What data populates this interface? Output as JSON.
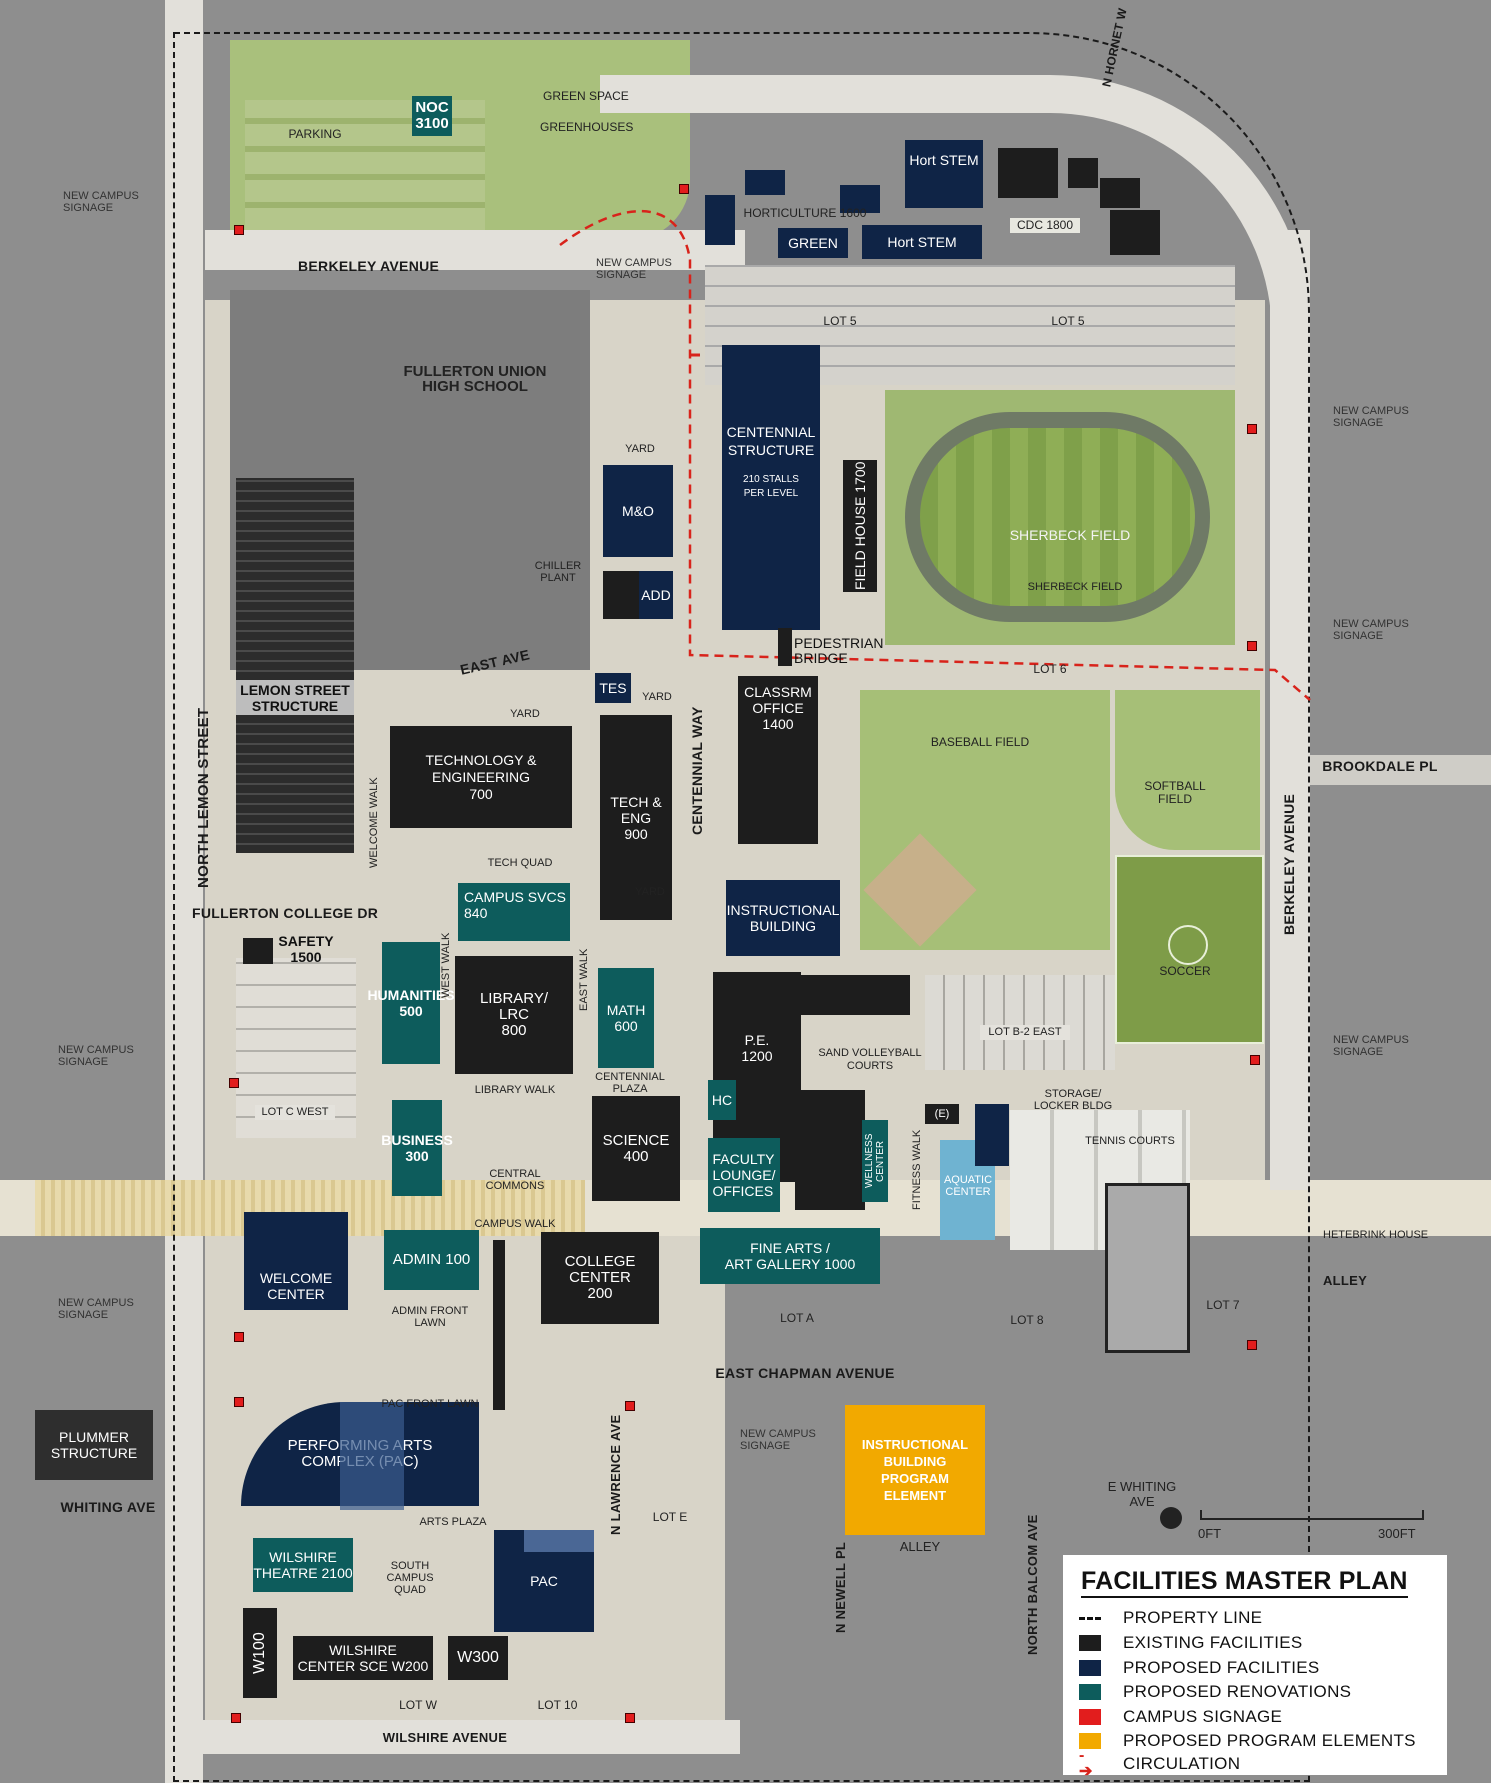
{
  "colors": {
    "existing": "#1d1d1d",
    "proposed": "#0f2446",
    "renovation": "#0d5c5c",
    "signage": "#e21d1d",
    "program": "#f2a900"
  },
  "streets": {
    "north_lemon": "NORTH LEMON STREET",
    "berkeley_top": "BERKELEY AVENUE",
    "berkeley_right": "BERKELEY AVENUE",
    "east_ave": "EAST AVE",
    "centennial_way": "CENTENNIAL WAY",
    "brookdale": "BROOKDALE PL",
    "fullerton_college_dr": "FULLERTON COLLEGE DR",
    "east_chapman": "EAST CHAPMAN AVENUE",
    "whiting": "WHITING AVE",
    "e_whiting": "E WHITING AVE",
    "n_lawrence": "N LAWRENCE AVE",
    "n_newell": "N NEWELL PL",
    "north_balcom": "NORTH BALCOM AVE",
    "wilshire": "WILSHIRE AVENUE",
    "alley_right": "ALLEY",
    "alley_bottom": "ALLEY",
    "n_hornet": "N HORNET W"
  },
  "areas": {
    "green_space": "GREEN SPACE",
    "greenhouses": "GREENHOUSES",
    "parking": "PARKING",
    "fullerton_union": "FULLERTON UNION\nHIGH SCHOOL",
    "yard_mo": "YARD",
    "yard_tech": "YARD",
    "yard_tes": "YARD",
    "yard_eng": "YARD",
    "chiller": "CHILLER\nPLANT",
    "pedestrian_bridge": "PEDESTRIAN\nBRIDGE",
    "sherbeck_center": "SHERBECK FIELD",
    "sherbeck_label": "SHERBECK FIELD",
    "baseball": "BASEBALL FIELD",
    "softball": "SOFTBALL\nFIELD",
    "soccer": "SOCCER",
    "welcome_walk": "WELCOME WALK",
    "west_walk": "WEST WALK",
    "east_walk": "EAST WALK",
    "tech_quad": "TECH QUAD",
    "library_walk": "LIBRARY WALK",
    "centennial_plaza": "CENTENNIAL\nPLAZA",
    "central_commons": "CENTRAL\nCOMMONS",
    "campus_walk": "CAMPUS WALK",
    "admin_front_lawn": "ADMIN FRONT\nLAWN",
    "sand_volleyball": "SAND VOLLEYBALL\nCOURTS",
    "fitness_walk": "FITNESS WALK",
    "storage": "STORAGE/\nLOCKER BLDG",
    "tennis": "TENNIS COURTS",
    "aquatic": "AQUATIC\nCENTER",
    "hetebrink": "HETEBRINK HOUSE",
    "pac_front_lawn": "PAC FRONT LAWN",
    "arts_plaza": "ARTS PLAZA",
    "south_quad": "SOUTH\nCAMPUS\nQUAD"
  },
  "lots": {
    "lot5a": "LOT 5",
    "lot5b": "LOT 5",
    "lot6": "LOT 6",
    "lot_b2": "LOT B-2 EAST",
    "lot_c": "LOT C WEST",
    "lot_a": "LOT A",
    "lot_8": "LOT 8",
    "lot_7": "LOT 7",
    "lot_e": "LOT E",
    "lot_w": "LOT W",
    "lot_10": "LOT 10"
  },
  "buildings": {
    "noc": "NOC\n3100",
    "hort_stem_1": "Hort STEM",
    "hort_stem_2": "Hort STEM",
    "green": "GREEN",
    "horticulture": "HORTICULTURE 1600",
    "cdc": "CDC 1800",
    "centennial_title": "CENTENNIAL\nSTRUCTURE",
    "centennial_sub": "210 STALLS\nPER LEVEL",
    "field_house": "FIELD HOUSE 1700",
    "mo": "M&O",
    "add": "ADD",
    "tes": "TES",
    "lemon_structure": "LEMON STREET\nSTRUCTURE",
    "tech_eng_700": "TECHNOLOGY &\nENGINEERING\n700",
    "tech_eng_900": "TECH &\nENG\n900",
    "classrm": "CLASSRM\nOFFICE\n1400",
    "instructional": "INSTRUCTIONAL\nBUILDING",
    "campus_svcs": "CAMPUS SVCS\n840",
    "safety": "SAFETY\n1500",
    "humanities": "HUMANITIES\n500",
    "library": "LIBRARY/\nLRC\n800",
    "math": "MATH\n600",
    "pe": "P.E.\n1200",
    "hc": "HC",
    "science": "SCIENCE\n400",
    "business": "BUSINESS\n300",
    "faculty": "FACULTY\nLOUNGE/\nOFFICES",
    "wellness": "WELLNESS\nCENTER",
    "e": "(E)",
    "welcome": "WELCOME\nCENTER",
    "admin": "ADMIN 100",
    "college_center": "COLLEGE\nCENTER\n200",
    "fine_arts": "FINE ARTS /\nART GALLERY  1000",
    "plummer": "PLUMMER\nSTRUCTURE",
    "pac_complex": "PERFORMING ARTS\nCOMPLEX (PAC)",
    "wilshire_theatre": "WILSHIRE\nTHEATRE 2100",
    "pac": "PAC",
    "w100": "W100",
    "w200": "WILSHIRE\nCENTER SCE W200",
    "w300": "W300",
    "program_element": "INSTRUCTIONAL\nBUILDING\nPROGRAM\nELEMENT"
  },
  "signage_labels": {
    "sign1": "NEW CAMPUS\nSIGNAGE",
    "sign2": "NEW CAMPUS\nSIGNAGE",
    "sign3": "NEW CAMPUS\nSIGNAGE",
    "sign4": "NEW CAMPUS\nSIGNAGE",
    "sign5": "NEW CAMPUS\nSIGNAGE",
    "sign6": "NEW CAMPUS\nSIGNAGE",
    "sign7": "NEW CAMPUS\nSIGNAGE",
    "sign8": "NEW CAMPUS\nSIGNAGE"
  },
  "scale": {
    "start": "0FT",
    "end": "300FT"
  },
  "legend": {
    "title": "FACILITIES MASTER PLAN",
    "items": [
      {
        "label": "PROPERTY LINE"
      },
      {
        "label": "EXISTING FACILITIES"
      },
      {
        "label": "PROPOSED FACILITIES"
      },
      {
        "label": "PROPOSED RENOVATIONS"
      },
      {
        "label": "CAMPUS SIGNAGE"
      },
      {
        "label": "PROPOSED PROGRAM ELEMENTS"
      },
      {
        "label": "CIRCULATION"
      }
    ]
  }
}
